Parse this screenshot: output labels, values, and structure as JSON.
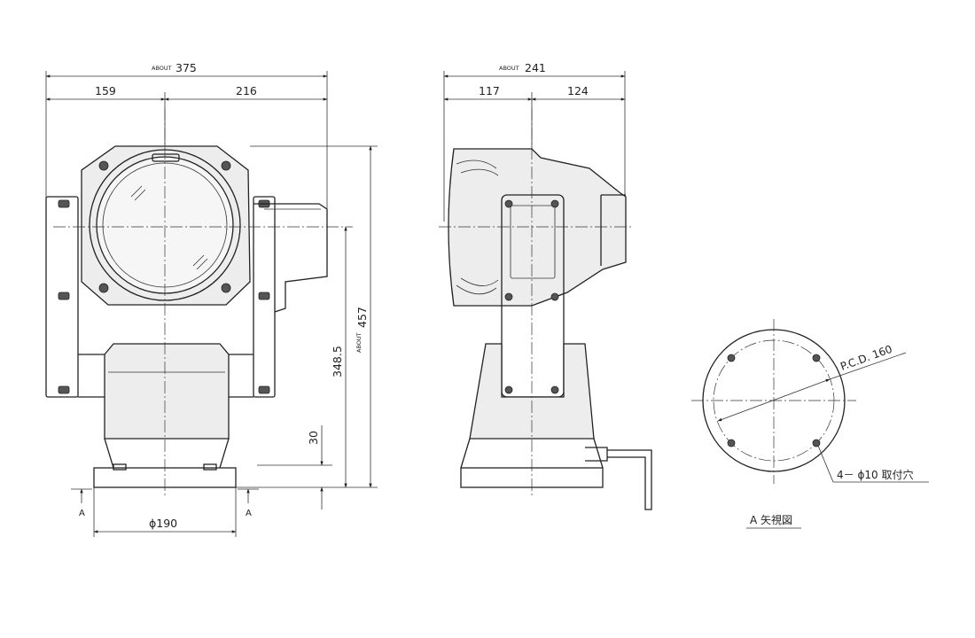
{
  "front_view": {
    "about_label": "ABOUT",
    "overall_width": "375",
    "left_width": "159",
    "right_width": "216",
    "about_height_label": "ABOUT",
    "overall_height": "457",
    "center_height": "348.5",
    "base_height": "30",
    "base_diameter": "ϕ190",
    "section_arrow_left": "A",
    "section_arrow_right": "A"
  },
  "side_view": {
    "about_label": "ABOUT",
    "overall_width": "241",
    "left_width": "117",
    "right_width": "124"
  },
  "detail_view": {
    "pcd_label": "P.C.D. 160",
    "hole_callout": "4－ ϕ10 取付穴",
    "title": "A 矢視図"
  }
}
